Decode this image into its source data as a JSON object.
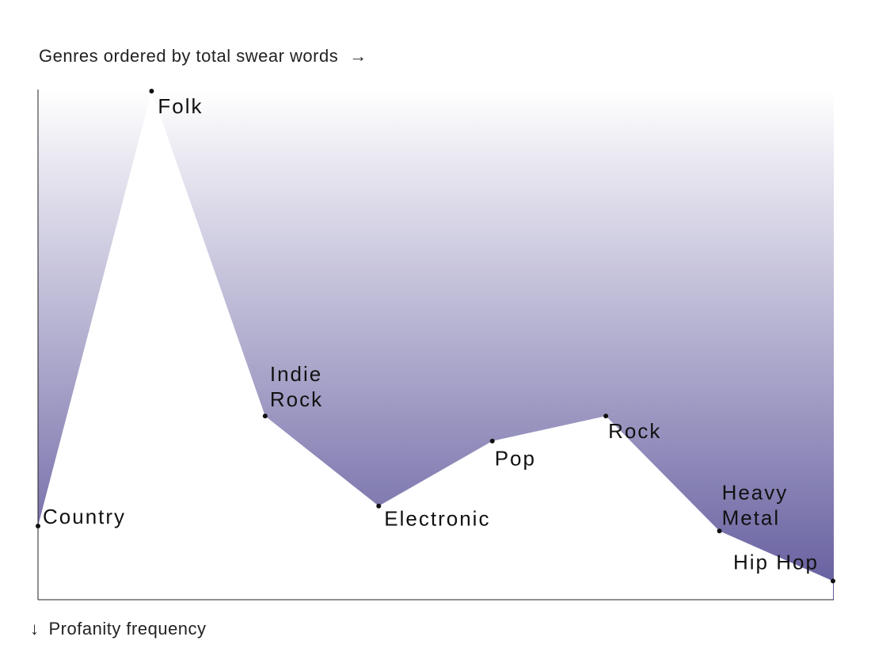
{
  "chart_data": {
    "type": "area",
    "x_caption": "Genres ordered by total swear words",
    "x_arrow": "→",
    "y_caption": "Profanity frequency",
    "y_arrow": "↓",
    "y_direction": "down",
    "ylim": [
      0,
      100
    ],
    "gradient": {
      "top": "#ffffff",
      "bottom": "#635c9e"
    },
    "points": [
      {
        "label": "Country",
        "lines": [
          "Country"
        ],
        "value": 87
      },
      {
        "label": "Folk",
        "lines": [
          "Folk"
        ],
        "value": 0
      },
      {
        "label": "Indie Rock",
        "lines": [
          "Indie",
          "Rock"
        ],
        "value": 65
      },
      {
        "label": "Electronic",
        "lines": [
          "Electronic"
        ],
        "value": 83
      },
      {
        "label": "Pop",
        "lines": [
          "Pop"
        ],
        "value": 70
      },
      {
        "label": "Rock",
        "lines": [
          "Rock"
        ],
        "value": 65
      },
      {
        "label": "Heavy Metal",
        "lines": [
          "Heavy",
          "Metal"
        ],
        "value": 88
      },
      {
        "label": "Hip Hop",
        "lines": [
          "Hip Hop"
        ],
        "value": 98
      }
    ]
  }
}
